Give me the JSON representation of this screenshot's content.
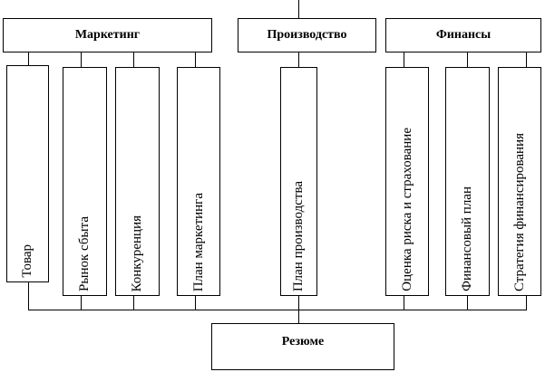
{
  "groups": {
    "marketing": {
      "title": "Маркетинг",
      "items": [
        "Товар",
        "Рынок сбыта",
        "Конкуренция",
        "План маркетинга"
      ]
    },
    "production": {
      "title": "Производство",
      "items": [
        "План производства"
      ]
    },
    "finance": {
      "title": "Финансы",
      "items": [
        "Оценка риска и страхование",
        "Финансовый план",
        "Стратегия финансирования"
      ]
    }
  },
  "summary": "Резюме"
}
